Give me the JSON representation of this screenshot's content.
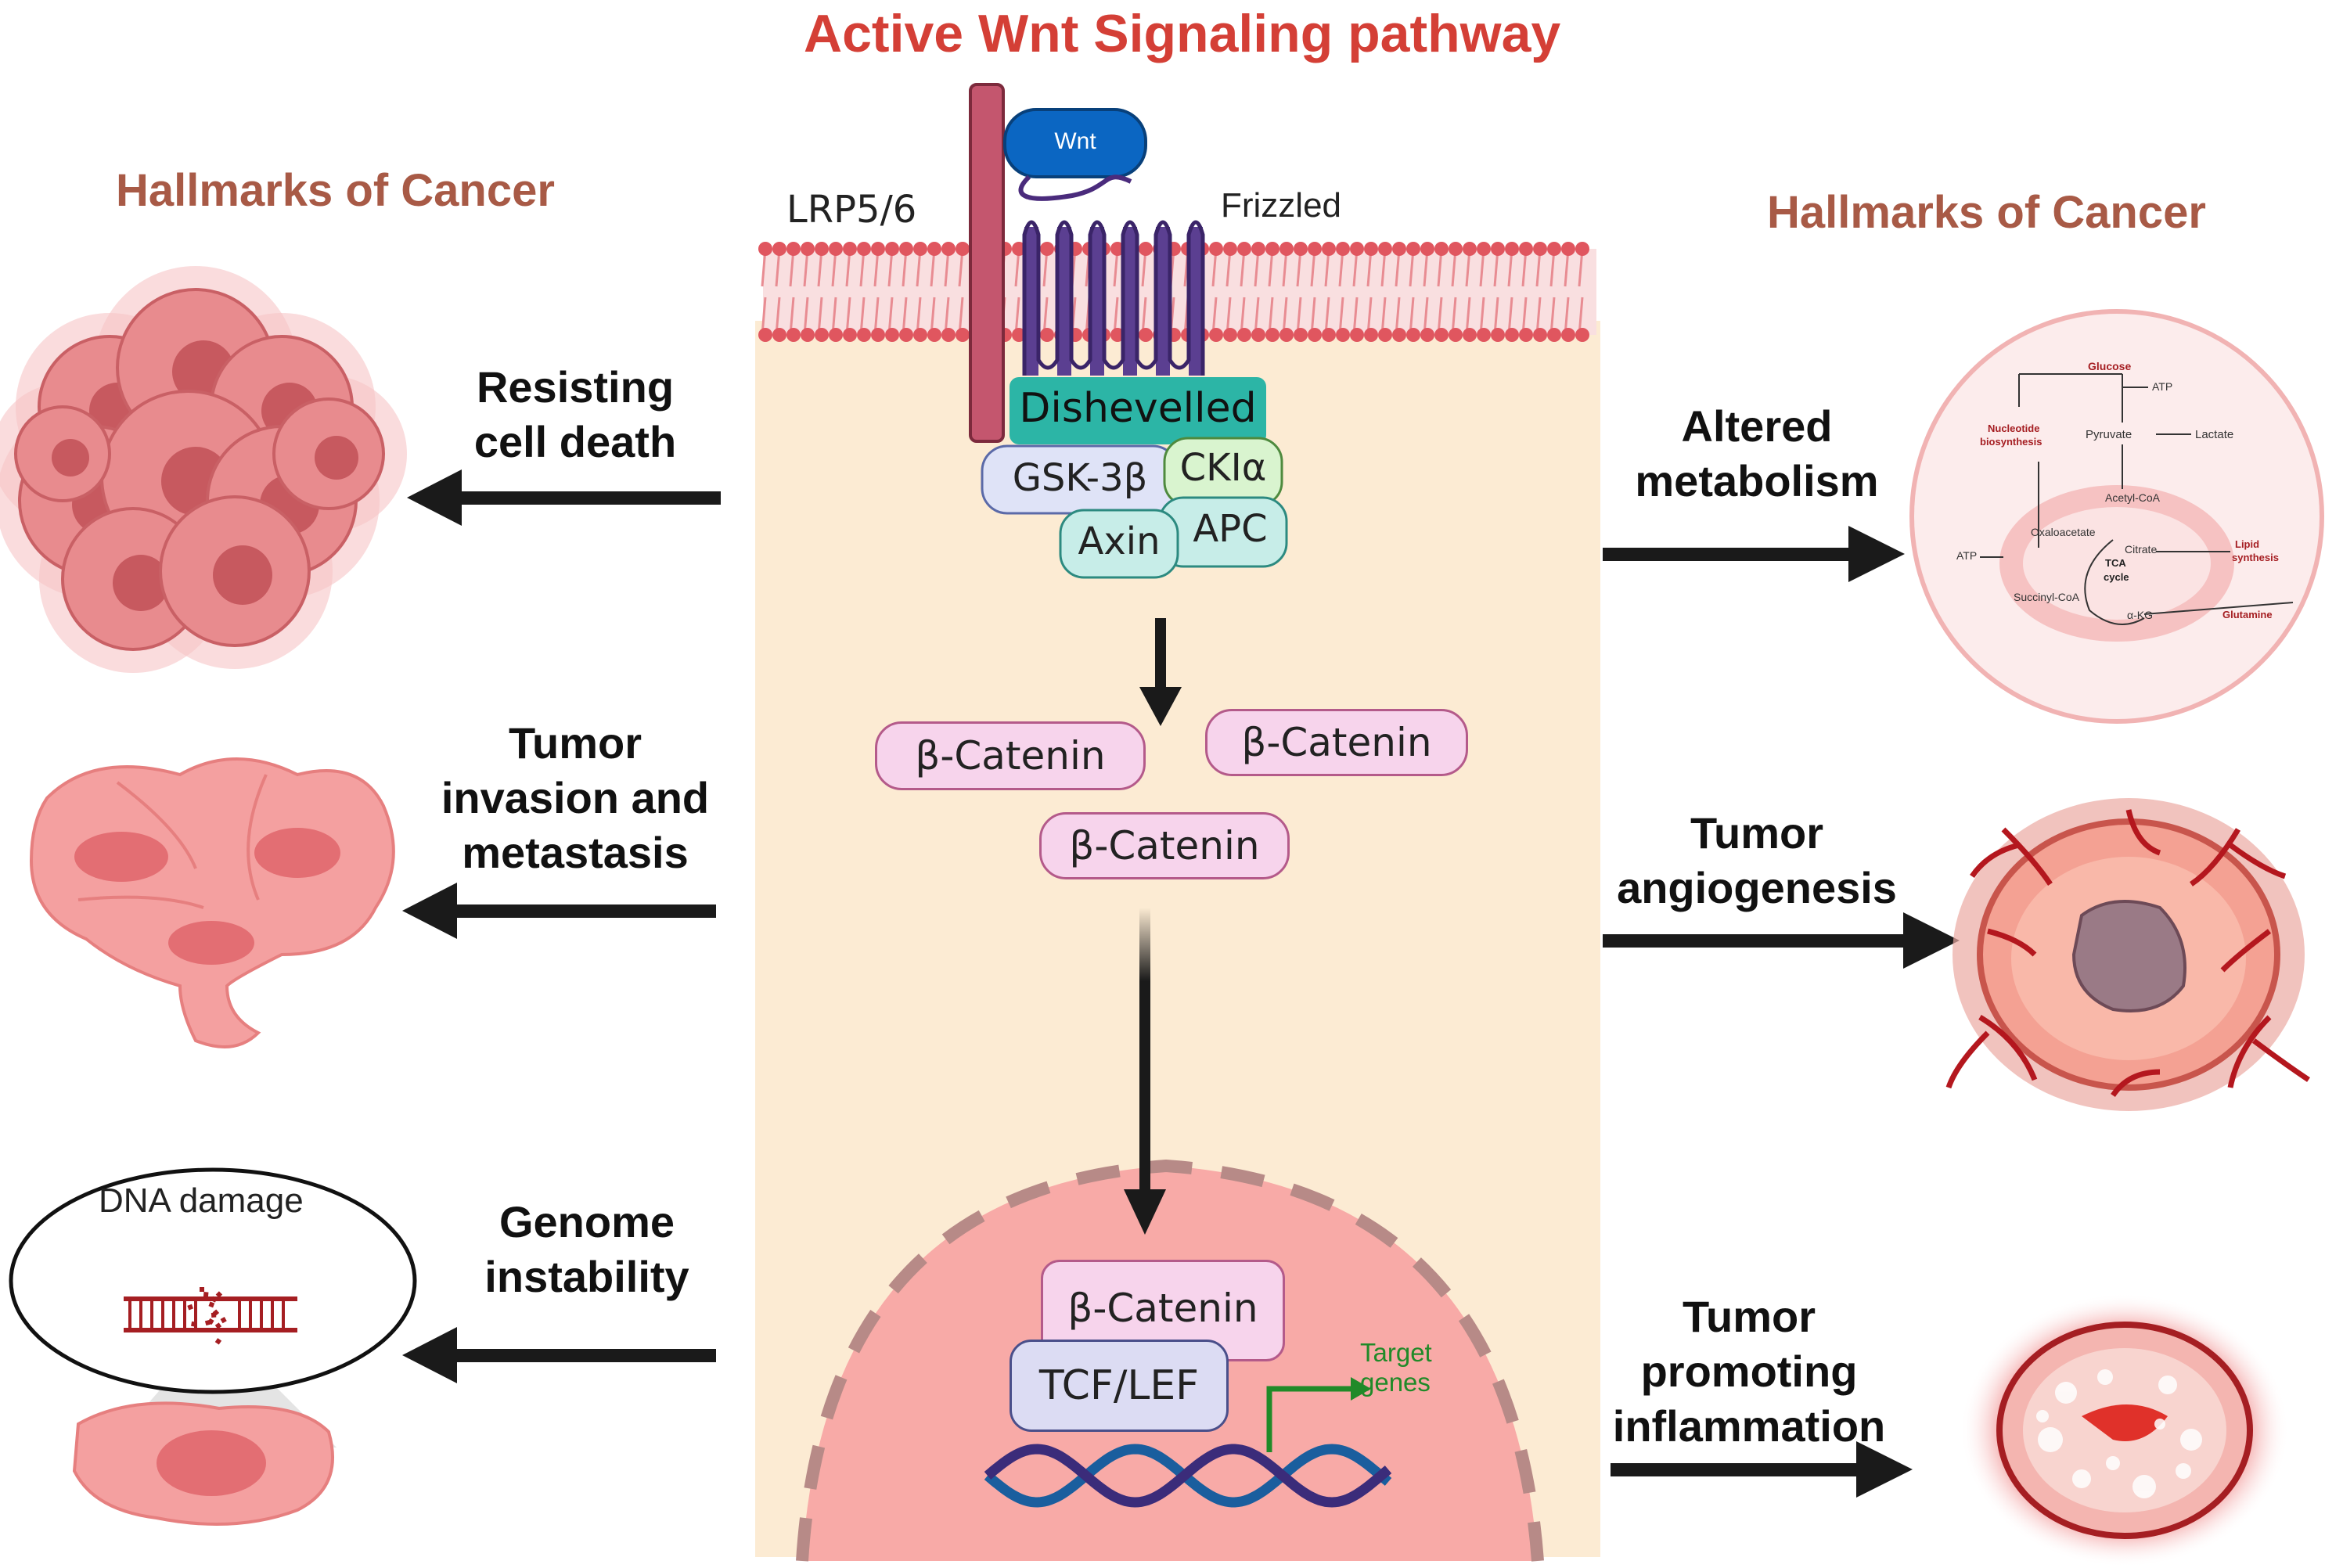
{
  "title": "Active Wnt Signaling pathway",
  "hallmarks_left": "Hallmarks of Cancer",
  "hallmarks_right": "Hallmarks of Cancer",
  "receptors": {
    "lrp": "LRP5/6",
    "frizzled": "Frizzled",
    "wnt": "Wnt"
  },
  "complex": {
    "dishevelled": "Dishevelled",
    "gsk": "GSK-3β",
    "ck": "CKIα",
    "axin": "Axin",
    "apc": "APC"
  },
  "catenin": "β-Catenin",
  "nucleus": {
    "catenin": "β-Catenin",
    "tcf": "TCF/LEF",
    "target": "Target",
    "genes": "genes"
  },
  "left_processes": [
    {
      "line1": "Resisting",
      "line2": "cell death"
    },
    {
      "line1": "Tumor",
      "line2": "invasion and",
      "line3": "metastasis"
    },
    {
      "line1": "Genome",
      "line2": "instability"
    }
  ],
  "right_processes": [
    {
      "line1": "Altered",
      "line2": "metabolism"
    },
    {
      "line1": "Tumor",
      "line2": "angiogenesis"
    },
    {
      "line1": "Tumor",
      "line2": "promoting",
      "line3": "inflammation"
    }
  ],
  "dna_damage": "DNA damage",
  "metabolism": {
    "glucose": "Glucose",
    "atp1": "ATP",
    "pyruvate": "Pyruvate",
    "lactate": "Lactate",
    "nucleotide1": "Nucleotide",
    "nucleotide2": "biosynthesis",
    "acetyl": "Acetyl-CoA",
    "oxalo": "Oxaloacetate",
    "citrate": "Citrate",
    "lipid1": "Lipid",
    "lipid2": "synthesis",
    "atp2": "ATP",
    "tca1": "TCA",
    "tca2": "cycle",
    "succ": "Succinyl-CoA",
    "akg": "α-KG",
    "glutamine": "Glutamine"
  },
  "colors": {
    "title": "#d43f36",
    "hallmark": "#a85a46",
    "catenin_fill": "#f7d4ec",
    "membrane_head": "#e0565f",
    "frizzled": "#5b3f91"
  }
}
